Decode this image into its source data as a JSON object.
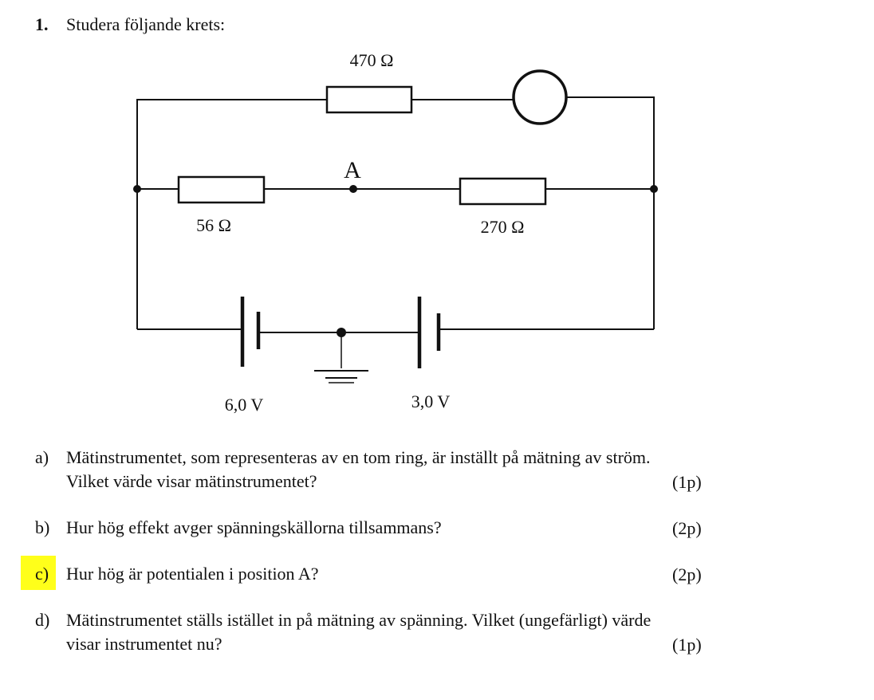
{
  "problem": {
    "number": "1.",
    "intro": "Studera följande krets:"
  },
  "circuit": {
    "r_top": "470 Ω",
    "r_left": "56 Ω",
    "r_right": "270 Ω",
    "node_label": "A",
    "battery_left": "6,0 V",
    "battery_right": "3,0 V"
  },
  "questions": [
    {
      "label": "a)",
      "lines": [
        "Mätinstrumentet, som representeras av en tom ring, är inställt på mätning av ström.",
        "Vilket värde visar mätinstrumentet?"
      ],
      "points": "(1p)"
    },
    {
      "label": "b)",
      "lines": [
        "Hur hög effekt avger spänningskällorna tillsammans?"
      ],
      "points": "(2p)"
    },
    {
      "label": "c)",
      "lines": [
        "Hur hög är potentialen i position A?"
      ],
      "points": "(2p)",
      "highlight": "#ffff1a"
    },
    {
      "label": "d)",
      "lines": [
        "Mätinstrumentet ställs istället in på mätning av spänning. Vilket (ungefärligt) värde",
        "visar instrumentet nu?"
      ],
      "points": "(1p)"
    }
  ]
}
